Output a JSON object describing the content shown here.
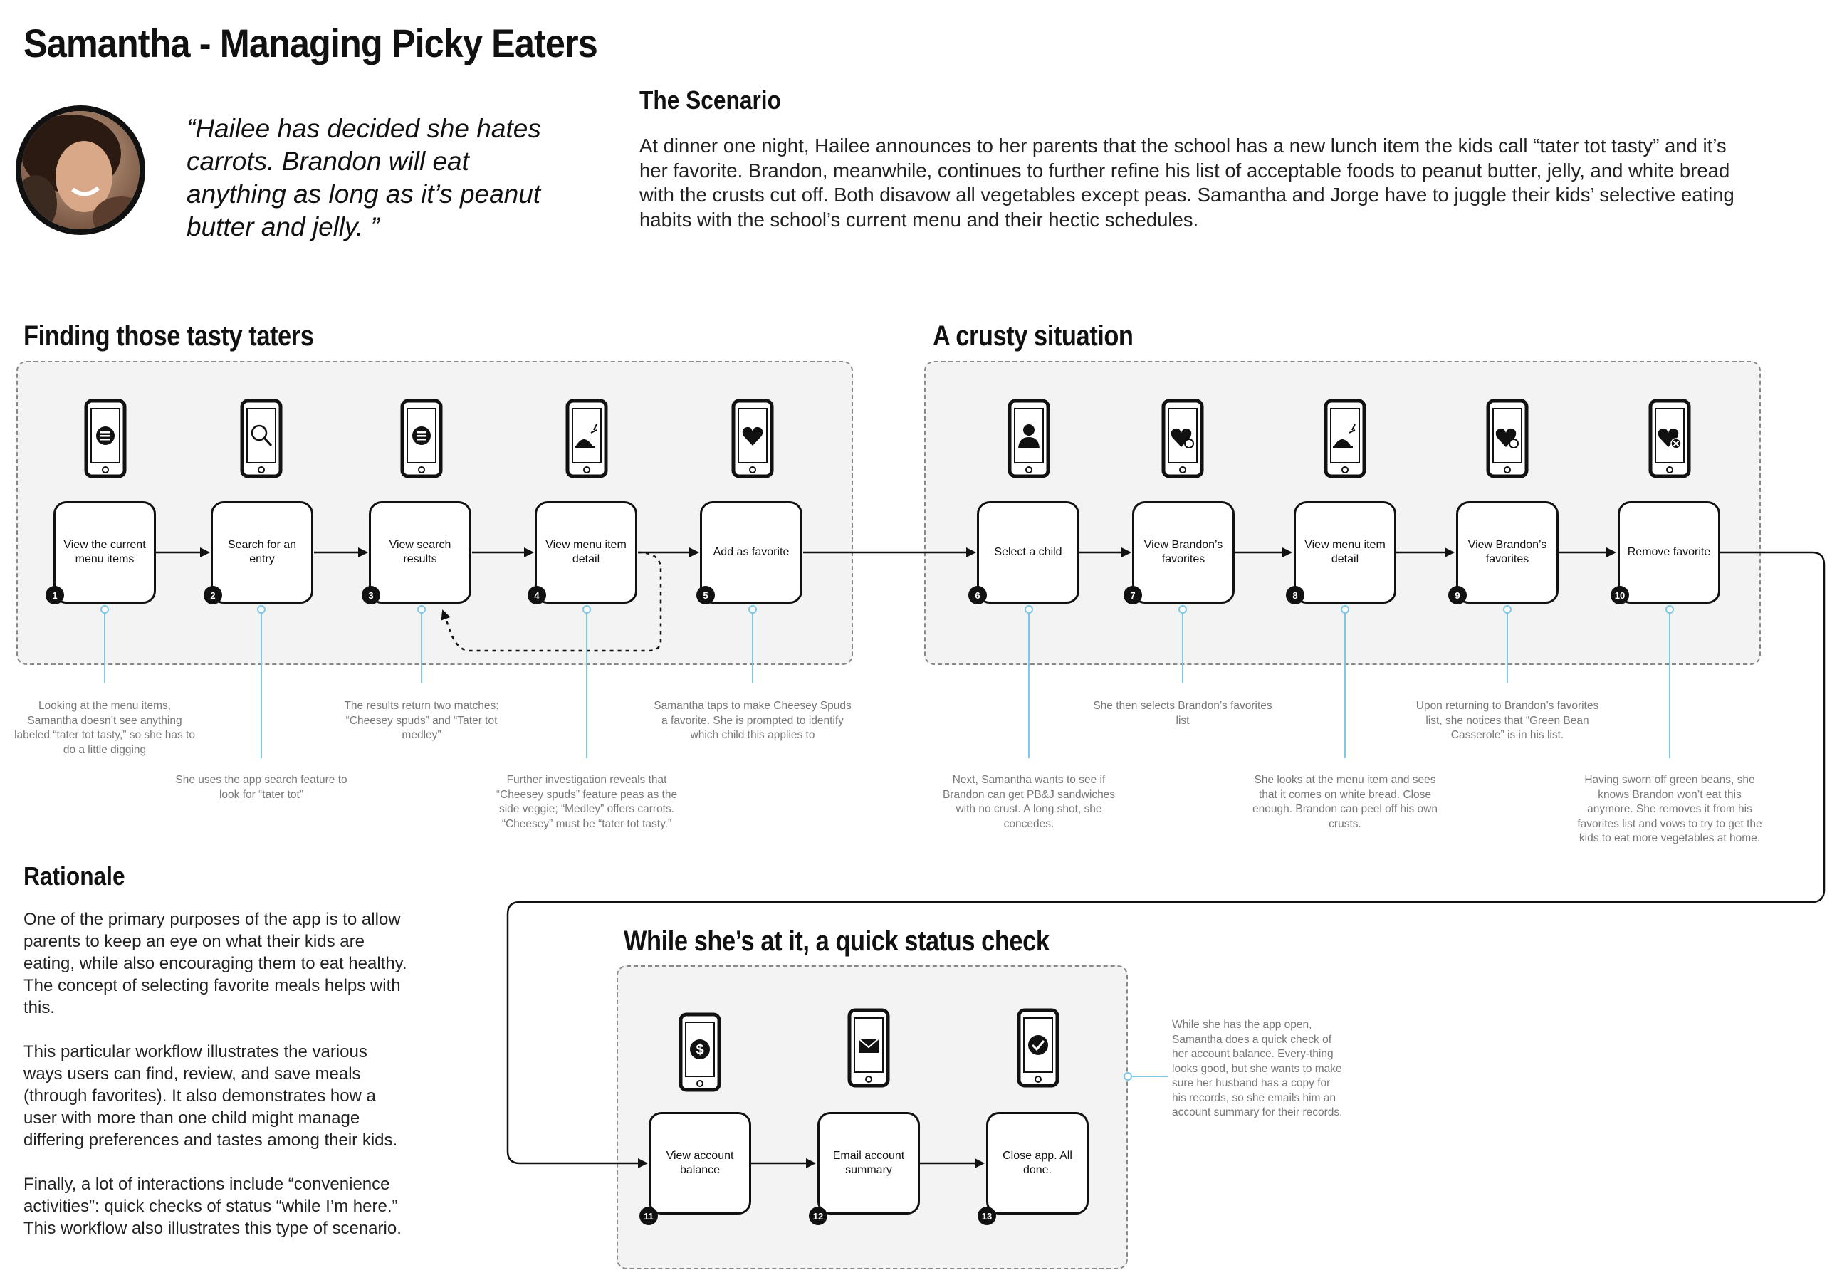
{
  "page": {
    "title": "Samantha - Managing Picky Eaters"
  },
  "persona": {
    "photo_icon": "persona-photo",
    "quote": "“Hailee has decided she hates carrots. Brandon will eat anything as long as it’s peanut butter and jelly. ”"
  },
  "scenario": {
    "heading": "The Scenario",
    "text": "At dinner one night, Hailee announces to her parents that the school has a new lunch item the kids call “tater tot tasty” and it’s her favorite. Brandon, meanwhile, continues to further refine his list of acceptable foods to peanut butter, jelly, and white bread with the crusts cut off. Both disavow all vegetables except peas. Samantha and Jorge have to juggle their kids’ selective eating habits with the school’s current menu and their hectic schedules."
  },
  "sections": [
    {
      "heading": "Finding those tasty taters"
    },
    {
      "heading": "A crusty situation"
    },
    {
      "heading": "While she’s at it, a quick status check"
    }
  ],
  "steps": [
    {
      "num": "1",
      "label": "View the current menu items",
      "icon": "menu-list-icon",
      "note": "Looking at the menu items, Samantha doesn’t see anything labeled “tater tot tasty,” so she has to do a little digging"
    },
    {
      "num": "2",
      "label": "Search for an entry",
      "icon": "search-icon",
      "note": "She uses the app search feature to look for “tater tot”"
    },
    {
      "num": "3",
      "label": "View search results",
      "icon": "menu-list-icon",
      "note": "The results return two matches: “Cheesey spuds” and “Tater tot medley”"
    },
    {
      "num": "4",
      "label": "View menu item detail",
      "icon": "meal-detail-icon",
      "note": "Further investigation reveals that “Cheesey spuds” feature peas as the side veggie; “Medley” offers carrots. “Cheesey” must be “tater tot tasty.”"
    },
    {
      "num": "5",
      "label": "Add as favorite",
      "icon": "heart-icon",
      "note": "Samantha taps to make Cheesey Spuds a favorite. She is prompted to identify which child this applies to"
    },
    {
      "num": "6",
      "label": "Select a child",
      "icon": "child-profile-icon",
      "note": "Next, Samantha wants to see if Brandon can get PB&J sandwiches with no crust. A long shot, she concedes."
    },
    {
      "num": "7",
      "label": "View Brandon’s favorites",
      "icon": "favorites-list-icon",
      "note": "She then selects Brandon’s favorites list"
    },
    {
      "num": "8",
      "label": "View menu item detail",
      "icon": "meal-detail-icon",
      "note": "She looks at the menu item and sees that it comes on white bread. Close enough. Brandon can peel off his own crusts."
    },
    {
      "num": "9",
      "label": "View Brandon’s favorites",
      "icon": "favorites-list-icon",
      "note": "Upon returning to Brandon’s favorites list, she notices that “Green Bean Casserole” is in his list."
    },
    {
      "num": "10",
      "label": "Remove favorite",
      "icon": "remove-favorite-icon",
      "note": "Having sworn off green beans, she knows Brandon won’t eat this anymore. She removes it from his favorites list and vows to try to get the kids to eat more vegetables at home."
    },
    {
      "num": "11",
      "label": "View account balance",
      "icon": "dollar-icon"
    },
    {
      "num": "12",
      "label": "Email account summary",
      "icon": "envelope-icon"
    },
    {
      "num": "13",
      "label": "Close app. All done.",
      "icon": "checkmark-icon"
    }
  ],
  "status_note": "While she has the app open, Samantha does a quick check of her account balance. Every-thing looks good, but she wants to make sure her husband has a copy for his records, so she emails him an account summary for their records.",
  "rationale": {
    "heading": "Rationale",
    "paragraphs": [
      "One of the primary purposes of the app is to allow parents to keep an eye on what their kids are eating, while also encouraging them to eat healthy. The concept of selecting favorite meals helps with this.",
      "This particular workflow illustrates the various ways users can find, review, and save meals (through favorites). It also demonstrates how a user with more than one child might manage differing preferences and tastes among their kids.",
      "Finally, a lot of interactions include “convenience activities”: quick checks of status “while I’m here.” This workflow also illustrates this type of scenario."
    ]
  },
  "colors": {
    "connector": "#7cc8e8",
    "ink": "#111111",
    "panel": "#f3f3f3",
    "note": "#777777"
  }
}
